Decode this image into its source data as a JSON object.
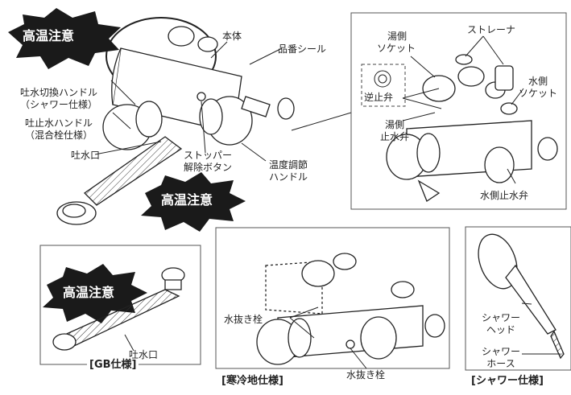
{
  "warning": {
    "text": "高温注意"
  },
  "main": {
    "body": "本体",
    "seal": "品番シール",
    "spout_handle_line1": "吐水切換ハンドル",
    "spout_handle_line2": "（シャワー仕様）",
    "stop_handle_line1": "吐止水ハンドル",
    "stop_handle_line2": "（混合栓仕様）",
    "spout": "吐水口",
    "stopper_line1": "ストッパー",
    "stopper_line2": "解除ボタン",
    "temp_line1": "温度調節",
    "temp_line2": "ハンドル"
  },
  "detail": {
    "hot_socket_line1": "湯側",
    "hot_socket_line2": "ソケット",
    "strainer": "ストレーナ",
    "check_valve": "逆止弁",
    "cold_socket_line1": "水側",
    "cold_socket_line2": "ソケット",
    "hot_stop_line1": "湯側",
    "hot_stop_line2": "止水弁",
    "cold_stop": "水側止水弁"
  },
  "gb": {
    "spout": "吐水口",
    "caption": "[GB仕様]"
  },
  "cold": {
    "drain_left": "水抜き栓",
    "drain_bottom": "水抜き栓",
    "caption": "[寒冷地仕様]"
  },
  "shower": {
    "head_line1": "シャワー",
    "head_line2": "ヘッド",
    "hose_line1": "シャワー",
    "hose_line2": "ホース",
    "caption": "[シャワー仕様]"
  }
}
